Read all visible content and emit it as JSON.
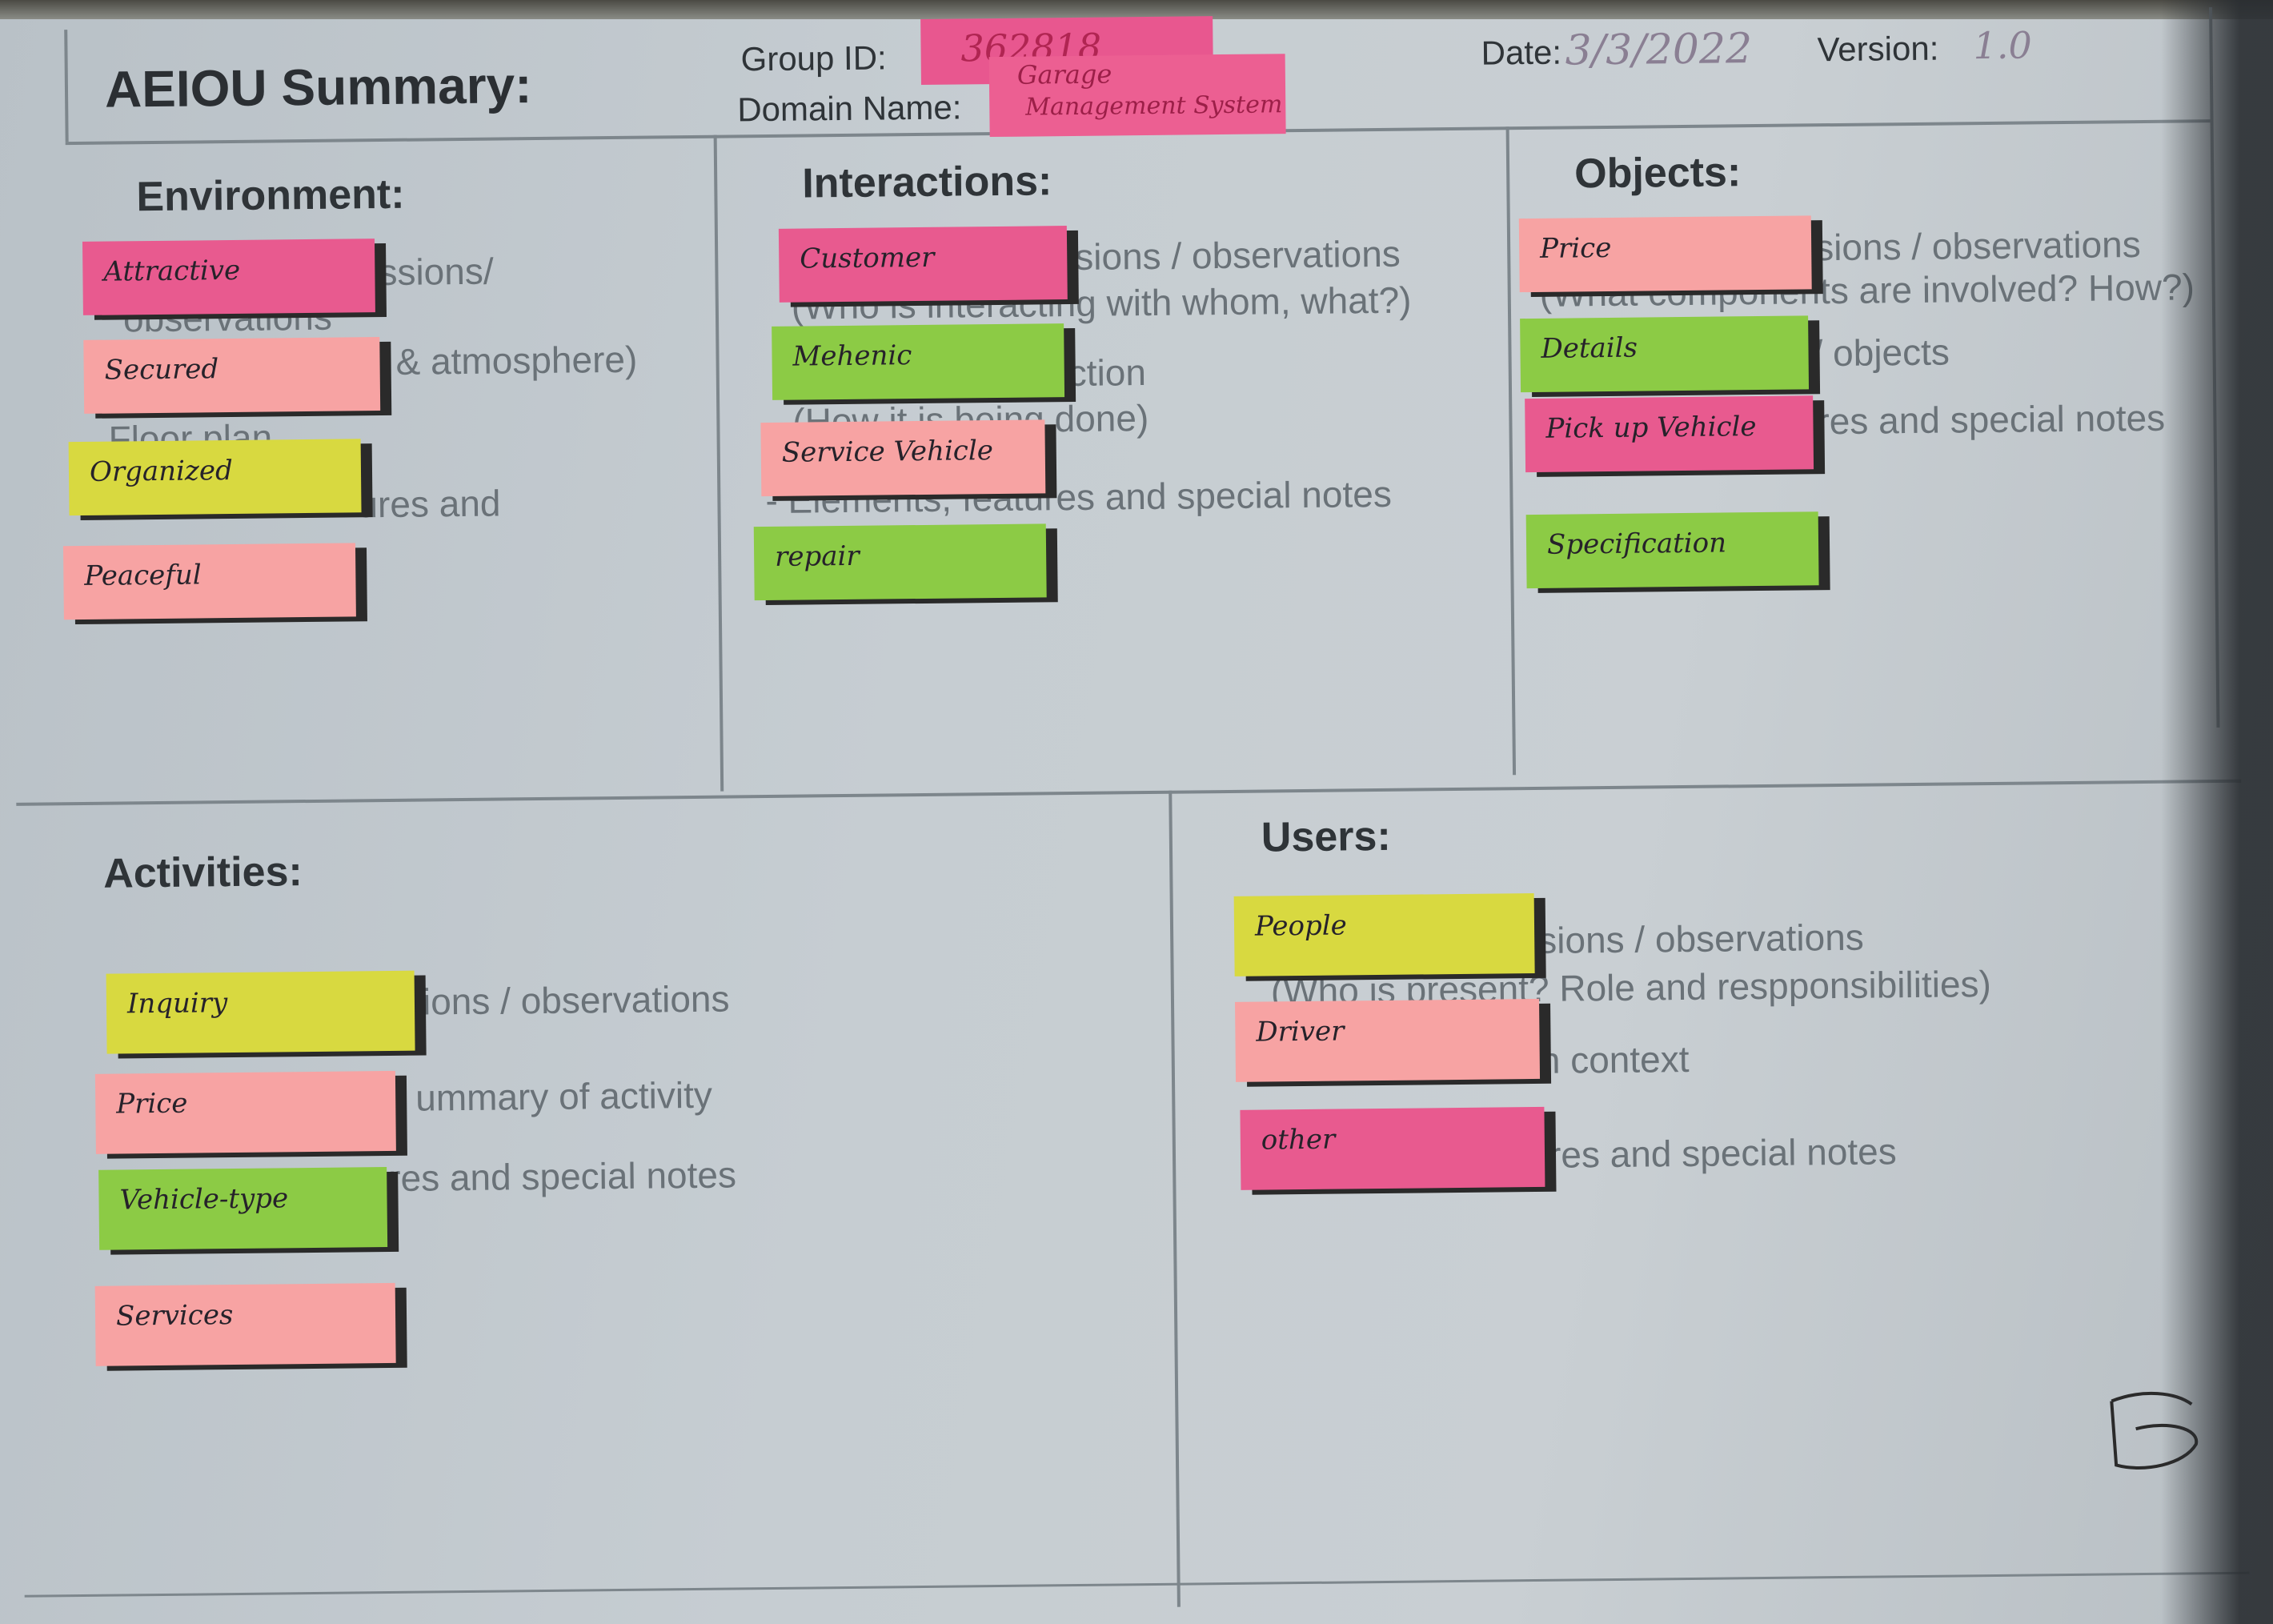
{
  "header": {
    "title": "AEIOU Summary:",
    "group_id_label": "Group ID:",
    "group_id_value": "362818",
    "domain_label": "Domain Name:",
    "domain_value_line1": "Garage",
    "domain_value_line2": "Management System",
    "date_label": "Date:",
    "date_value": "3/3/2022",
    "version_label": "Version:",
    "version_value": "1.0"
  },
  "sections": {
    "environment": {
      "title": "Environment:",
      "faint": [
        "ssions/",
        "observations",
        "& atmosphere)",
        "Floor plan",
        "ures and"
      ],
      "notes": [
        "Attractive",
        "Secured",
        "Organized",
        "Peaceful"
      ]
    },
    "interactions": {
      "title": "Interactions:",
      "faint": [
        "sions / observations",
        "(Who is interacting with whom, what?)",
        "ction",
        "(How it is being done)",
        "- Elements, features and special notes"
      ],
      "notes": [
        "Customer",
        "Mehenic",
        "Service Vehicle",
        "repair"
      ]
    },
    "objects": {
      "title": "Objects:",
      "faint": [
        "sions / observations",
        "(What components are involved? How?)",
        "/ objects",
        "res and special notes"
      ],
      "notes": [
        "Price",
        "Details",
        "Pick up Vehicle",
        "Specification"
      ]
    },
    "activities": {
      "title": "Activities:",
      "faint": [
        "ions / observations",
        "ummary of activity",
        "res and special notes"
      ],
      "notes": [
        "Inquiry",
        "Price",
        "Vehicle-type",
        "Services"
      ]
    },
    "users": {
      "title": "Users:",
      "faint": [
        "sions / observations",
        "(Who is present? Role and respponsibilities)",
        "n context",
        "res and special notes"
      ],
      "notes": [
        "People",
        "Driver",
        "other"
      ]
    }
  },
  "colors": {
    "pink": "#e85a8f",
    "salmon": "#f7a3a3",
    "yellow": "#d8d940",
    "green": "#8ccb45",
    "paper": "#c6cdd2"
  }
}
